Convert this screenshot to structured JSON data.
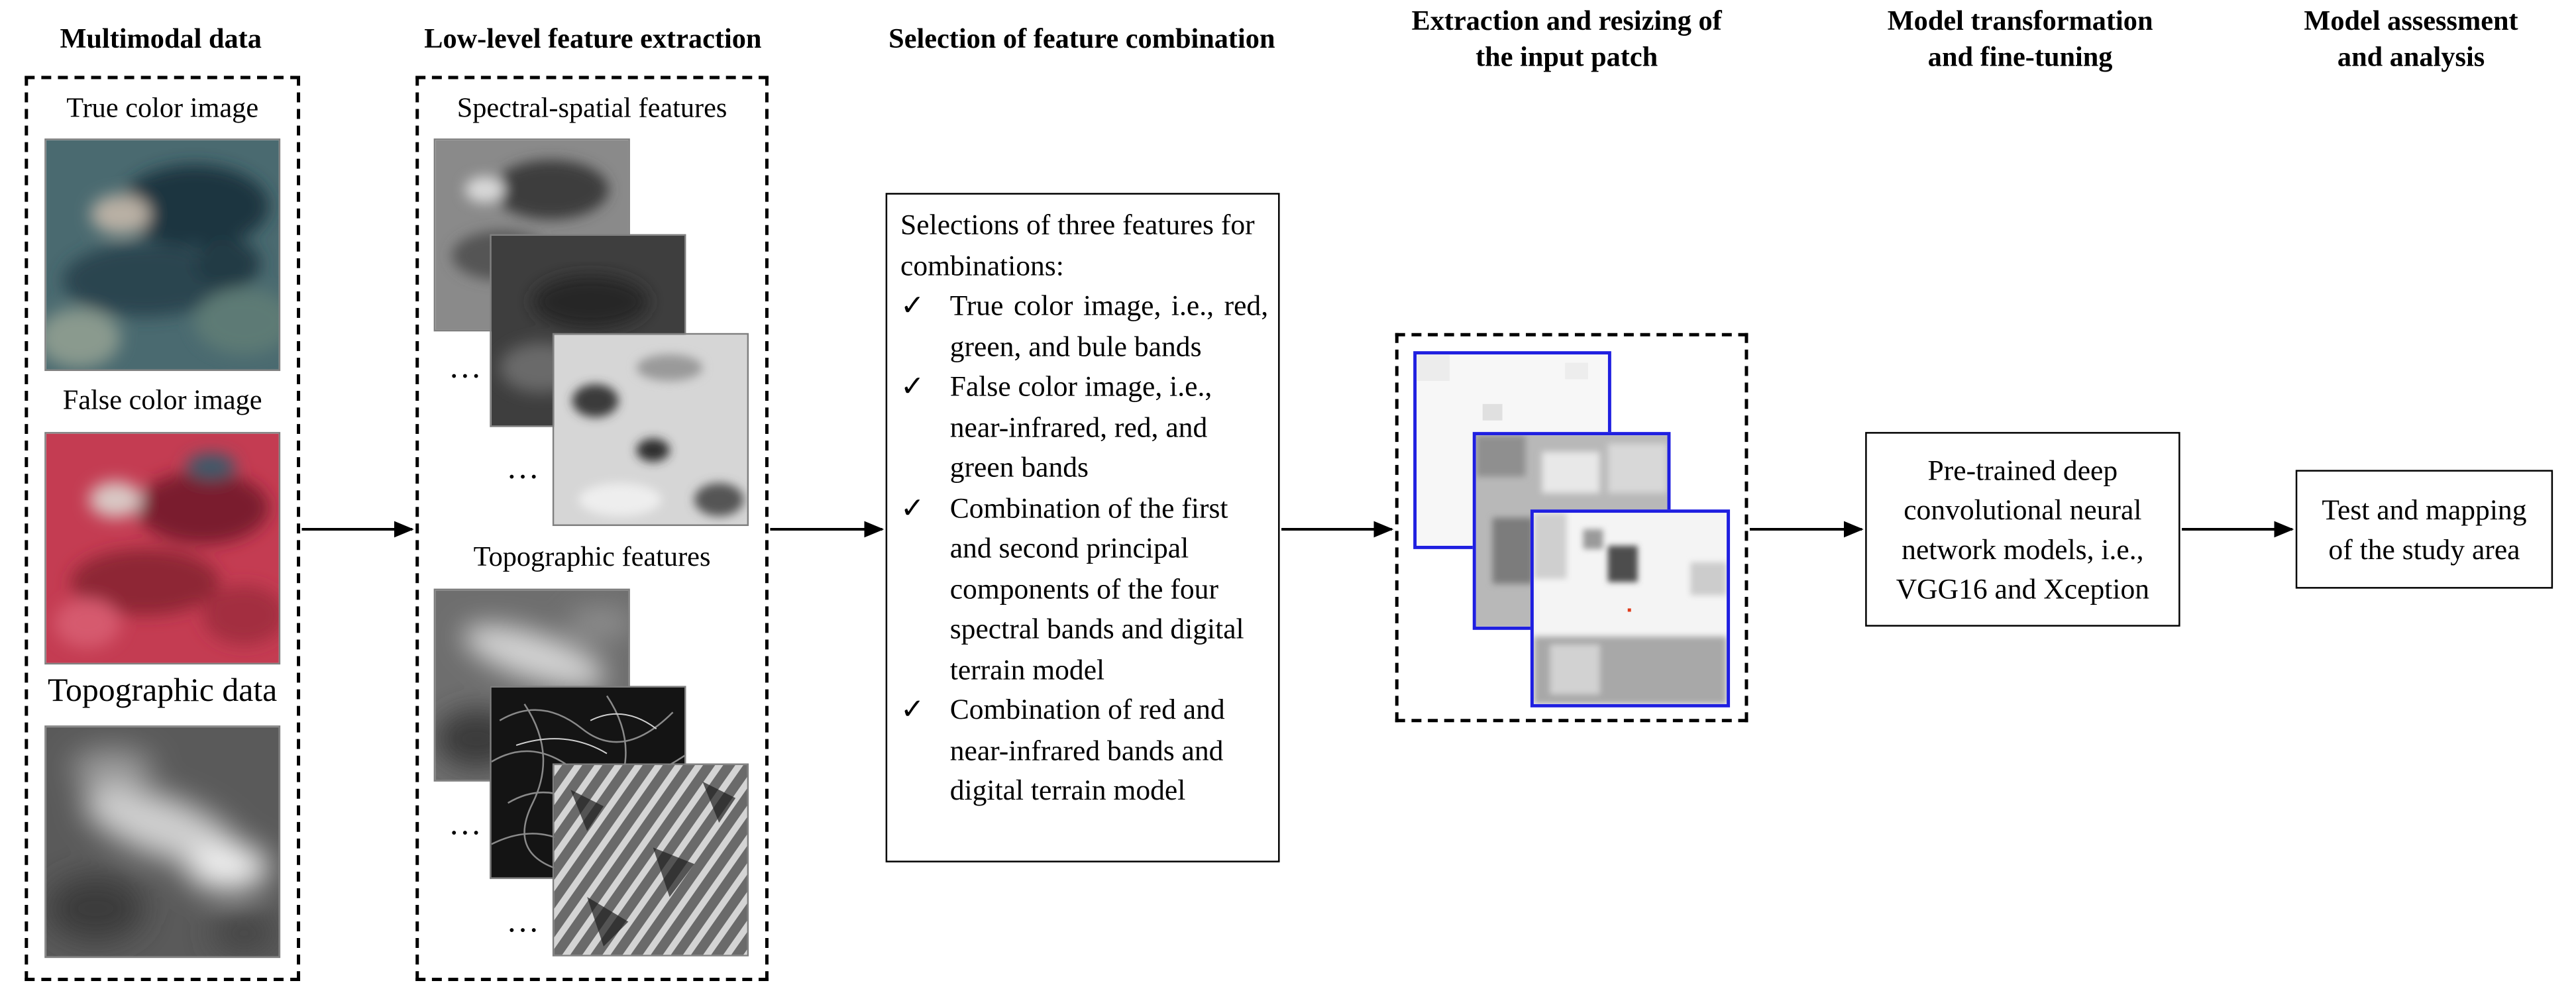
{
  "stages": [
    {
      "id": "multimodal",
      "title_lines": [
        "Multimodal data"
      ]
    },
    {
      "id": "lowlevel",
      "title_lines": [
        "Low-level feature extraction"
      ]
    },
    {
      "id": "selection",
      "title_lines": [
        "Selection of feature combination"
      ]
    },
    {
      "id": "patch",
      "title_lines": [
        "Extraction and resizing of",
        "the input patch"
      ]
    },
    {
      "id": "model",
      "title_lines": [
        "Model transformation",
        "and fine-tuning"
      ]
    },
    {
      "id": "assessment",
      "title_lines": [
        "Model assessment",
        "and analysis"
      ]
    }
  ],
  "multimodal": {
    "true_color_label": "True color image",
    "false_color_label": "False color image",
    "topographic_label": "Topographic data"
  },
  "lowlevel": {
    "spectral_label": "Spectral-spatial features",
    "topographic_label": "Topographic features",
    "ellipsis": "…"
  },
  "selection": {
    "intro": "Selections of three features for combinations:",
    "check_glyph": "✓",
    "items": [
      "True color image, i.e., red, green, and bule bands",
      "False color image, i.e., near-infrared, red, and green bands",
      "Combination of the first and second principal components of the four spectral bands and digital terrain model",
      "Combination of red and near-infrared bands and digital terrain model"
    ]
  },
  "model_box": {
    "lines": [
      "Pre-trained deep",
      "convolutional neural",
      "network models, i.e.,",
      "VGG16 and Xception"
    ]
  },
  "test_box": {
    "lines": [
      "Test and mapping",
      "of the study area"
    ]
  },
  "colors": {
    "patch_border": "#1f1fe0",
    "center_pixel": "#e03a1a",
    "false_color_base": "#b43246",
    "true_color_base": "#3c5a66"
  }
}
